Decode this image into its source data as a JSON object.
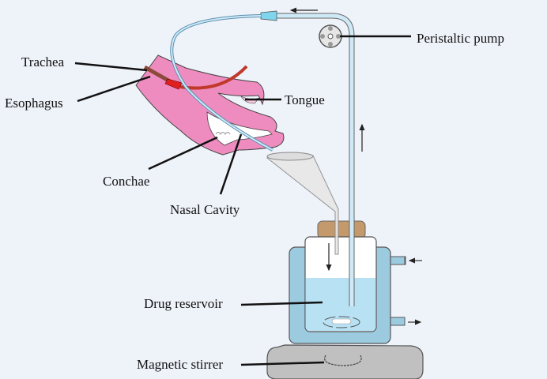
{
  "labels": {
    "trachea": "Trachea",
    "esophagus": "Esophagus",
    "tongue": "Tongue",
    "conchae": "Conchae",
    "nasal_cavity": "Nasal Cavity",
    "peristaltic_pump": "Peristaltic pump",
    "drug_reservoir": "Drug reservoir",
    "magnetic_stirrer": "Magnetic stirrer"
  },
  "colors": {
    "background": "#eef2f9",
    "head": "#ef8cbf",
    "jacket": "#9ccbdf",
    "liquid": "#b8e2f4",
    "cork": "#c49a6c",
    "stirrer": "#c0c0c0",
    "tube": "#cfeaf7",
    "esophagus_tube": "#d9534f"
  }
}
